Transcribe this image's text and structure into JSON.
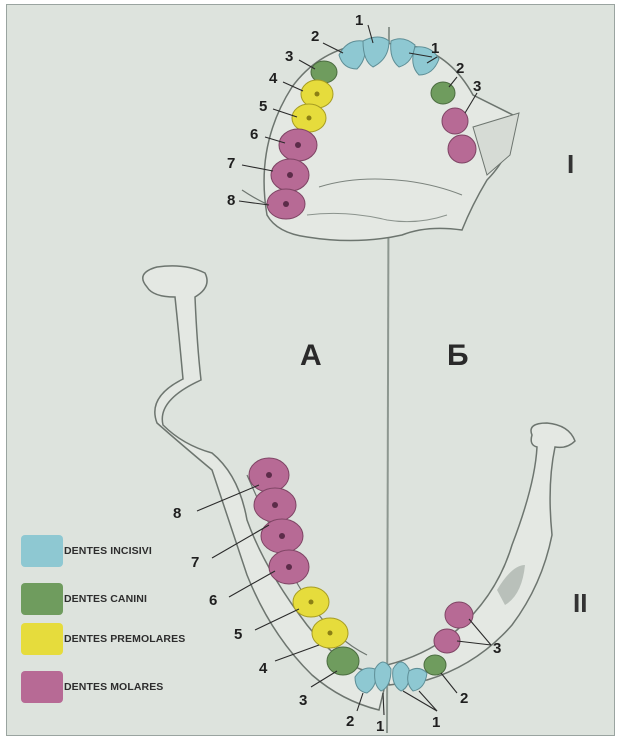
{
  "side_labels": {
    "left": "А",
    "right": "Б"
  },
  "jaw_labels": {
    "upper": "I",
    "lower": "II"
  },
  "legend": [
    {
      "label": "DENTES INCISIVI",
      "color": "#8ec8d2"
    },
    {
      "label": "DENTES CANINI",
      "color": "#6f9c5e"
    },
    {
      "label": "DENTES PREMOLARES",
      "color": "#e6dc3c"
    },
    {
      "label": "DENTES MOLARES",
      "color": "#b76a95"
    }
  ],
  "upper_jaw_numbers": [
    "1",
    "2",
    "3",
    "4",
    "5",
    "6",
    "7",
    "8",
    "1",
    "2",
    "3"
  ],
  "lower_jaw_numbers": [
    "8",
    "7",
    "6",
    "5",
    "4",
    "3",
    "2",
    "1",
    "1",
    "2",
    "3"
  ],
  "colors": {
    "background": "#dde3dd",
    "incisor": "#8ec8d2",
    "canine": "#6f9c5e",
    "premolar": "#e6dc3c",
    "molar": "#b76a95"
  }
}
